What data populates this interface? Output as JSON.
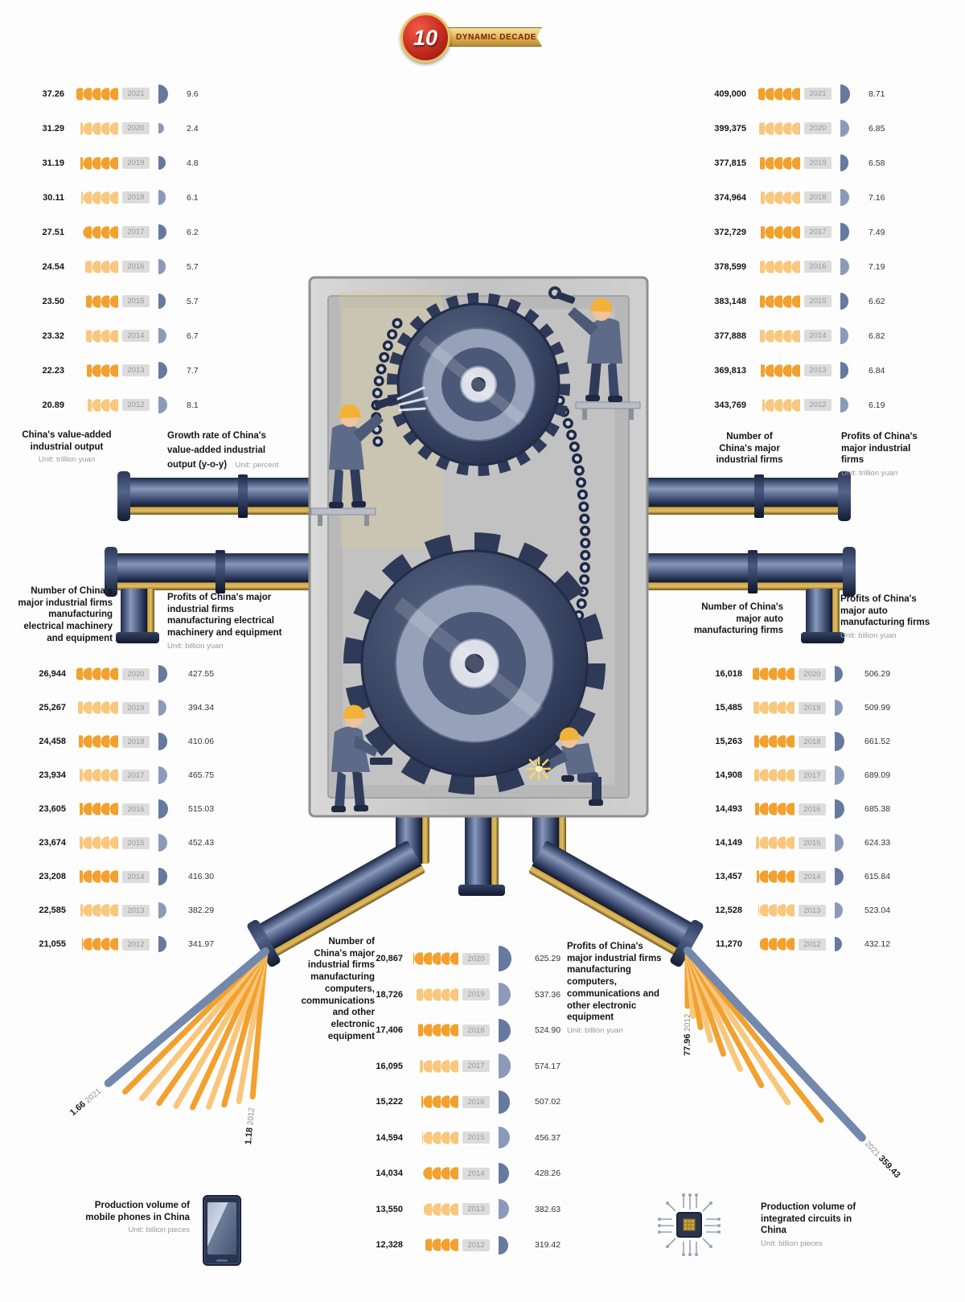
{
  "logo": {
    "number": "10",
    "ribbon": "DYNAMIC DECADE"
  },
  "chart_data": [
    {
      "id": "sec-output",
      "type": "bar+semicircle",
      "years": [
        "2021",
        "2020",
        "2019",
        "2018",
        "2017",
        "2016",
        "2015",
        "2014",
        "2013",
        "2012"
      ],
      "bar": {
        "title": "China's value-added industrial output",
        "unit": "Unit: trillion yuan",
        "values": [
          37.26,
          31.29,
          31.19,
          30.11,
          27.51,
          24.54,
          23.5,
          23.32,
          22.23,
          20.89
        ],
        "labels": [
          "37.26",
          "31.29",
          "31.19",
          "30.11",
          "27.51",
          "24.54",
          "23.50",
          "23.32",
          "22.23",
          "20.89"
        ]
      },
      "semi": {
        "title": "Growth rate of China's value-added industrial output (y-o-y)",
        "unit": "Unit: percent",
        "values": [
          9.6,
          2.4,
          4.8,
          6.1,
          6.2,
          5.7,
          5.7,
          6.7,
          7.7,
          8.1
        ],
        "labels": [
          "9.6",
          "2.4",
          "4.8",
          "6.1",
          "6.2",
          "5.7",
          "5.7",
          "6.7",
          "7.7",
          "8.1"
        ]
      }
    },
    {
      "id": "sec-firms",
      "type": "bar+semicircle",
      "years": [
        "2021",
        "2020",
        "2019",
        "2018",
        "2017",
        "2016",
        "2015",
        "2014",
        "2013",
        "2012"
      ],
      "bar": {
        "title": "Number of China's major industrial firms",
        "unit": "",
        "values": [
          409000,
          399375,
          377815,
          374964,
          372729,
          378599,
          383148,
          377888,
          369813,
          343769
        ],
        "labels": [
          "409,000",
          "399,375",
          "377,815",
          "374,964",
          "372,729",
          "378,599",
          "383,148",
          "377,888",
          "369,813",
          "343,769"
        ]
      },
      "semi": {
        "title": "Profits of China's major industrial firms",
        "unit": "Unit: trillion yuan",
        "values": [
          8.71,
          6.85,
          6.58,
          7.16,
          7.49,
          7.19,
          6.62,
          6.82,
          6.84,
          6.19
        ],
        "labels": [
          "8.71",
          "6.85",
          "6.58",
          "7.16",
          "7.49",
          "7.19",
          "6.62",
          "6.82",
          "6.84",
          "6.19"
        ]
      }
    },
    {
      "id": "sec-elec",
      "type": "bar+semicircle",
      "years": [
        "2020",
        "2019",
        "2018",
        "2017",
        "2016",
        "2015",
        "2014",
        "2013",
        "2012"
      ],
      "bar": {
        "title": "Number of China's major industrial firms manufacturing electrical machinery and equipment",
        "unit": "",
        "values": [
          26944,
          25267,
          24458,
          23934,
          23605,
          23674,
          23208,
          22585,
          21055
        ],
        "labels": [
          "26,944",
          "25,267",
          "24,458",
          "23,934",
          "23,605",
          "23,674",
          "23,208",
          "22,585",
          "21,055"
        ]
      },
      "semi": {
        "title": "Profits of China's major industrial firms manufacturing electrical machinery and equipment",
        "unit": "Unit: billion yuan",
        "values": [
          427.55,
          394.34,
          410.06,
          465.75,
          515.03,
          452.43,
          416.3,
          382.29,
          341.97
        ],
        "labels": [
          "427.55",
          "394.34",
          "410.06",
          "465.75",
          "515.03",
          "452.43",
          "416.30",
          "382.29",
          "341.97"
        ]
      }
    },
    {
      "id": "sec-auto",
      "type": "bar+semicircle",
      "years": [
        "2020",
        "2019",
        "2018",
        "2017",
        "2016",
        "2015",
        "2014",
        "2013",
        "2012"
      ],
      "bar": {
        "title": "Number of China's major auto manufacturing firms",
        "unit": "",
        "values": [
          16018,
          15485,
          15263,
          14908,
          14493,
          14149,
          13457,
          12528,
          11270
        ],
        "labels": [
          "16,018",
          "15,485",
          "15,263",
          "14,908",
          "14,493",
          "14,149",
          "13,457",
          "12,528",
          "11,270"
        ]
      },
      "semi": {
        "title": "Profits of China's major auto manufacturing firms",
        "unit": "Unit: billion yuan",
        "values": [
          506.29,
          509.99,
          661.52,
          689.09,
          685.38,
          624.33,
          615.84,
          523.04,
          432.12
        ],
        "labels": [
          "506.29",
          "509.99",
          "661.52",
          "689.09",
          "685.38",
          "624.33",
          "615.84",
          "523.04",
          "432.12"
        ]
      }
    },
    {
      "id": "sec-comp",
      "type": "bar+semicircle",
      "years": [
        "2020",
        "2019",
        "2018",
        "2017",
        "2016",
        "2015",
        "2014",
        "2013",
        "2012"
      ],
      "bar": {
        "title": "Number of China's major industrial firms manufacturing computers, communications and other electronic equipment",
        "unit": "",
        "values": [
          20867,
          18726,
          17406,
          16095,
          15222,
          14594,
          14034,
          13550,
          12328
        ],
        "labels": [
          "20,867",
          "18,726",
          "17,406",
          "16,095",
          "15,222",
          "14,594",
          "14,034",
          "13,550",
          "12,328"
        ]
      },
      "semi": {
        "title": "Profits of China's major industrial firms manufacturing computers, communications and other electronic equipment",
        "unit": "Unit: billion yuan",
        "values": [
          625.29,
          537.36,
          524.9,
          574.17,
          507.02,
          456.37,
          428.26,
          382.63,
          319.42
        ],
        "labels": [
          "625.29",
          "537.36",
          "524.90",
          "574.17",
          "507.02",
          "456.37",
          "428.26",
          "382.63",
          "319.42"
        ]
      }
    },
    {
      "id": "fan-phones",
      "type": "fan",
      "title": "Production volume of mobile phones in China",
      "unit": "Unit: billion pieces",
      "labeled": [
        {
          "year": "2021",
          "value": 1.66,
          "label": "1.66"
        },
        {
          "year": "2012",
          "value": 1.18,
          "label": "1.18"
        }
      ]
    },
    {
      "id": "fan-ics",
      "type": "fan",
      "title": "Production volume of integrated circuits in China",
      "unit": "Unit: billion pieces",
      "labeled": [
        {
          "year": "2021",
          "value": 359.43,
          "label": "359.43"
        },
        {
          "year": "2012",
          "value": 77.96,
          "label": "77.96"
        }
      ]
    }
  ]
}
